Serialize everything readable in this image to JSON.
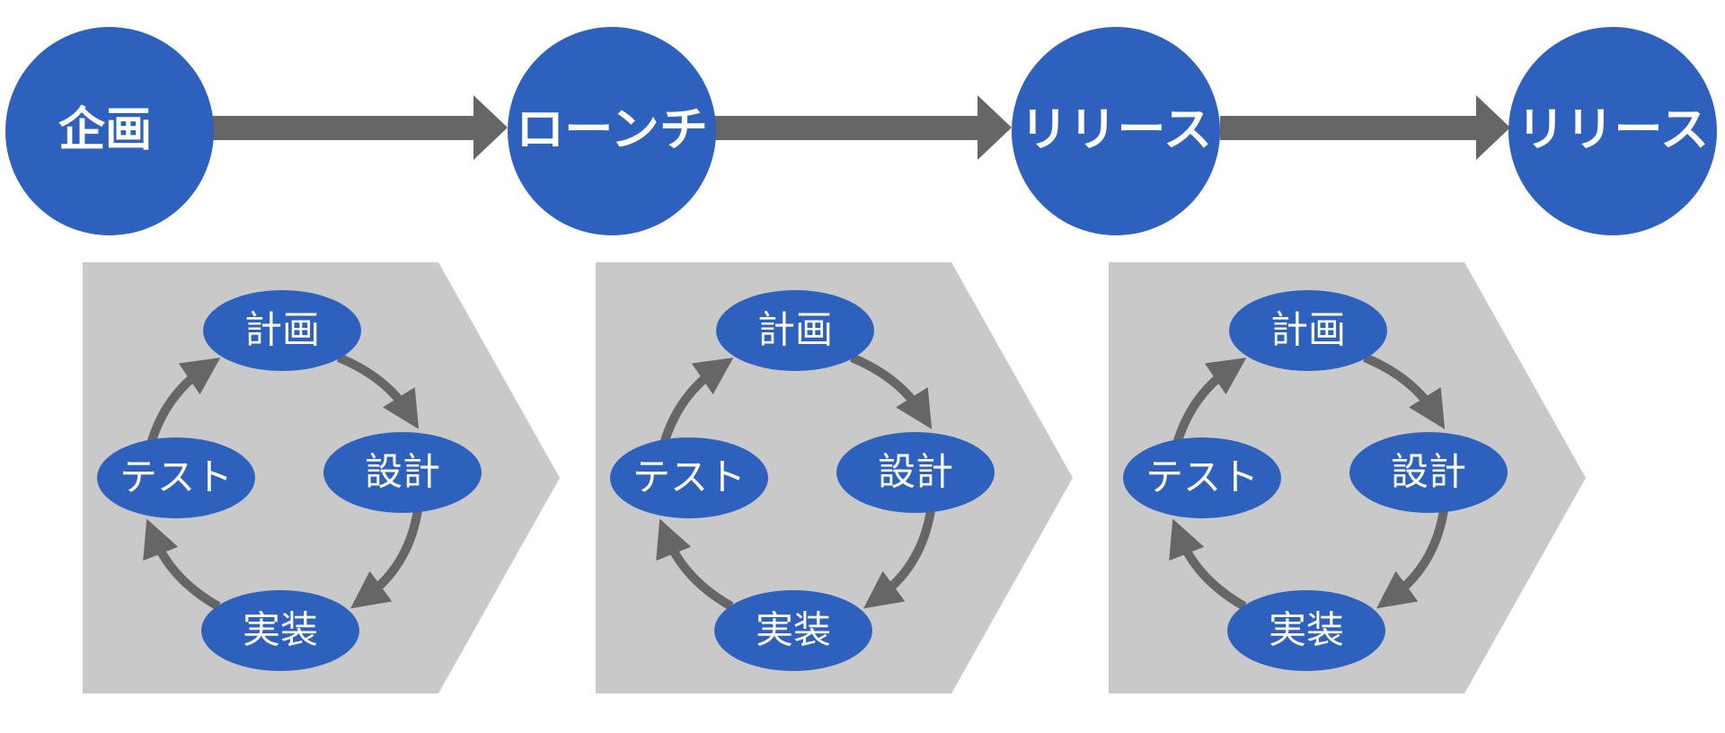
{
  "colors": {
    "circle_fill": "#2E61BE",
    "arrow_fill": "#666666",
    "chevron_fill": "#C9C9C9",
    "text": "#FFFFFF"
  },
  "milestones": [
    {
      "label": "企画"
    },
    {
      "label": "ローンチ"
    },
    {
      "label": "リリース"
    },
    {
      "label": "リリース"
    }
  ],
  "cycles": [
    {
      "steps": {
        "plan": "計画",
        "design": "設計",
        "implement": "実装",
        "test": "テスト"
      }
    },
    {
      "steps": {
        "plan": "計画",
        "design": "設計",
        "implement": "実装",
        "test": "テスト"
      }
    },
    {
      "steps": {
        "plan": "計画",
        "design": "設計",
        "implement": "実装",
        "test": "テスト"
      }
    }
  ]
}
